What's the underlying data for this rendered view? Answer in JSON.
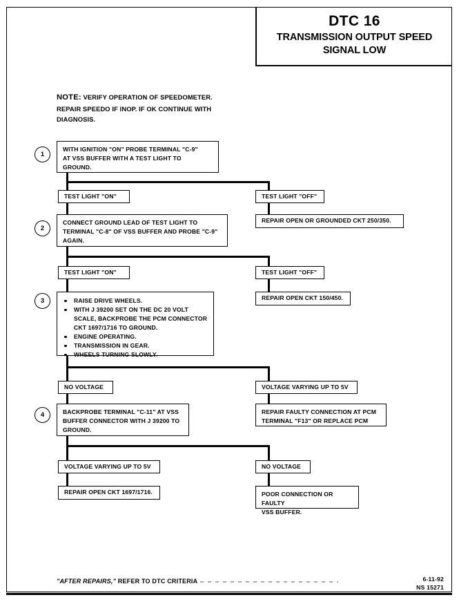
{
  "page": {
    "title_code": "DTC 16",
    "title_desc_line1": "TRANSMISSION OUTPUT SPEED",
    "title_desc_line2": "SIGNAL LOW"
  },
  "note": {
    "keyword": "NOTE:",
    "line1": "VERIFY OPERATION OF SPEEDOMETER.",
    "line2": "REPAIR SPEEDO IF INOP.  IF OK CONTINUE WITH",
    "line3": "DIAGNOSIS."
  },
  "steps": [
    {
      "number": "1",
      "lines": [
        "WITH IGNITION \"ON\" PROBE TERMINAL \"C-9\"",
        "AT VSS BUFFER WITH A TEST LIGHT TO",
        "GROUND."
      ]
    },
    {
      "number": "2",
      "lines": [
        "CONNECT GROUND LEAD OF TEST LIGHT TO",
        "TERMINAL \"C-8\" OF VSS BUFFER AND PROBE \"C-9\"",
        "AGAIN."
      ]
    },
    {
      "number": "3",
      "bullets": [
        "RAISE DRIVE WHEELS.",
        "WITH J 39200 SET ON THE DC 20 VOLT SCALE, BACKPROBE THE PCM CONNECTOR CKT 1697/1716 TO GROUND.",
        "ENGINE OPERATING.",
        "TRANSMISSION IN GEAR.",
        "WHEELS TURNING SLOWLY."
      ]
    },
    {
      "number": "4",
      "lines": [
        "BACKPROBE TERMINAL \"C-11\" AT VSS",
        "BUFFER CONNECTOR WITH J 39200 TO",
        "GROUND."
      ]
    }
  ],
  "branches": {
    "row1_left": "TEST LIGHT \"ON\"",
    "row1_right": "TEST LIGHT \"OFF\"",
    "row2_left": "TEST LIGHT \"ON\"",
    "row2_right": "TEST LIGHT \"OFF\"",
    "row3_left": "NO VOLTAGE",
    "row3_right": "VOLTAGE VARYING UP TO 5V",
    "row4_left": "VOLTAGE VARYING UP TO 5V",
    "row4_right": "NO VOLTAGE"
  },
  "results": {
    "r1": "REPAIR OPEN OR GROUNDED CKT 250/350.",
    "r2": "REPAIR OPEN CKT 150/450.",
    "r3_line1": "REPAIR FAULTY CONNECTION AT PCM",
    "r3_line2": "TERMINAL \"F13\" OR REPLACE PCM",
    "r4": "REPAIR OPEN CKT 1697/1716.",
    "r5_line1": "POOR CONNECTION OR FAULTY",
    "r5_line2": "VSS BUFFER."
  },
  "footer": {
    "after_repairs": "\"AFTER REPAIRS,\"",
    "refer_text": " REFER TO DTC CRITERIA",
    "date": "6-11-92",
    "code": "NS 15271"
  }
}
